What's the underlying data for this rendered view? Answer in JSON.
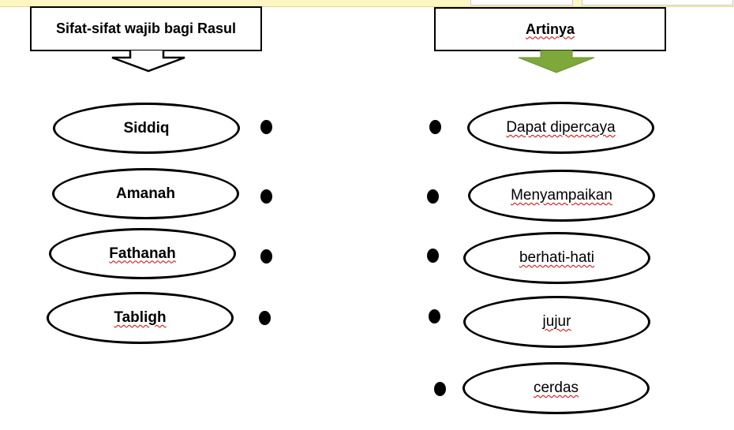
{
  "left_header": {
    "text": "Sifat-sifat wajib bagi Rasul"
  },
  "right_header": {
    "text": "Artinya"
  },
  "sifat": [
    {
      "label": "Siddiq"
    },
    {
      "label": "Amanah"
    },
    {
      "label": "Fathanah"
    },
    {
      "label": "Tabligh"
    }
  ],
  "artinya": [
    {
      "label": "Dapat dipercaya"
    },
    {
      "label": "Menyampaikan"
    },
    {
      "label": "berhati-hati"
    },
    {
      "label": "jujur"
    },
    {
      "label": "cerdas"
    }
  ],
  "colors": {
    "outline": "#000000",
    "right_arrow": "#7ea83a",
    "spellcheck_underline": "#d40000"
  }
}
